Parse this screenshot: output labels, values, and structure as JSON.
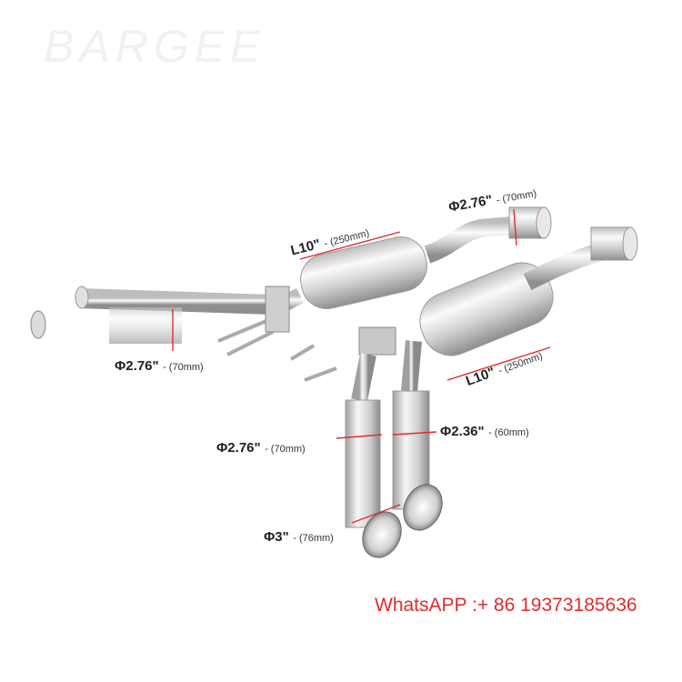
{
  "watermark": "BARGEE",
  "labels": {
    "top_right_dia": {
      "main": "Φ2.76\"",
      "sub": "- (70mm)"
    },
    "top_length": {
      "main": "L10\"",
      "sub": "- (250mm)"
    },
    "left_dia": {
      "main": "Φ2.76\"",
      "sub": "- (70mm)"
    },
    "right_length": {
      "main": "L10\"",
      "sub": "- (250mm)"
    },
    "lower_left_dia": {
      "main": "Φ2.76\"",
      "sub": "- (70mm)"
    },
    "lower_right_dia": {
      "main": "Φ2.36\"",
      "sub": "- (60mm)"
    },
    "tip_dia": {
      "main": "Φ3\"",
      "sub": "- (76mm)"
    }
  },
  "contact": "WhatsAPP :+ 86 19373185636",
  "colors": {
    "accent": "#e22b2b",
    "steel_light": "#f4f4f4",
    "steel_dark": "#9a9a9a"
  }
}
